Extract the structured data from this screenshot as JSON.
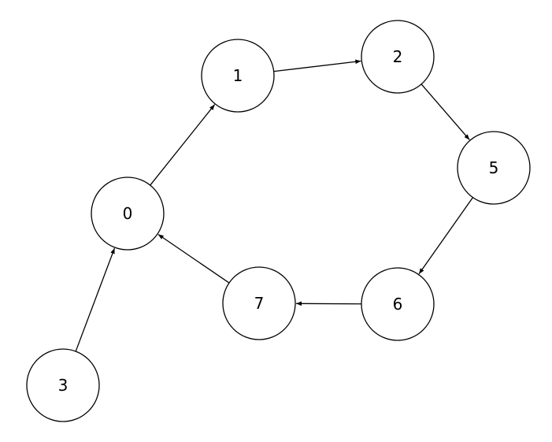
{
  "graph": {
    "directed": true,
    "nodes": [
      {
        "id": "0",
        "label": "0"
      },
      {
        "id": "1",
        "label": "1"
      },
      {
        "id": "2",
        "label": "2"
      },
      {
        "id": "3",
        "label": "3"
      },
      {
        "id": "5",
        "label": "5"
      },
      {
        "id": "6",
        "label": "6"
      },
      {
        "id": "7",
        "label": "7"
      }
    ],
    "edges": [
      {
        "from": "3",
        "to": "0"
      },
      {
        "from": "0",
        "to": "1"
      },
      {
        "from": "1",
        "to": "2"
      },
      {
        "from": "2",
        "to": "5"
      },
      {
        "from": "5",
        "to": "6"
      },
      {
        "from": "6",
        "to": "7"
      },
      {
        "from": "7",
        "to": "0"
      }
    ]
  },
  "colors": {
    "stroke": "#000000",
    "node_fill": "#ffffff",
    "background": "#ffffff"
  }
}
